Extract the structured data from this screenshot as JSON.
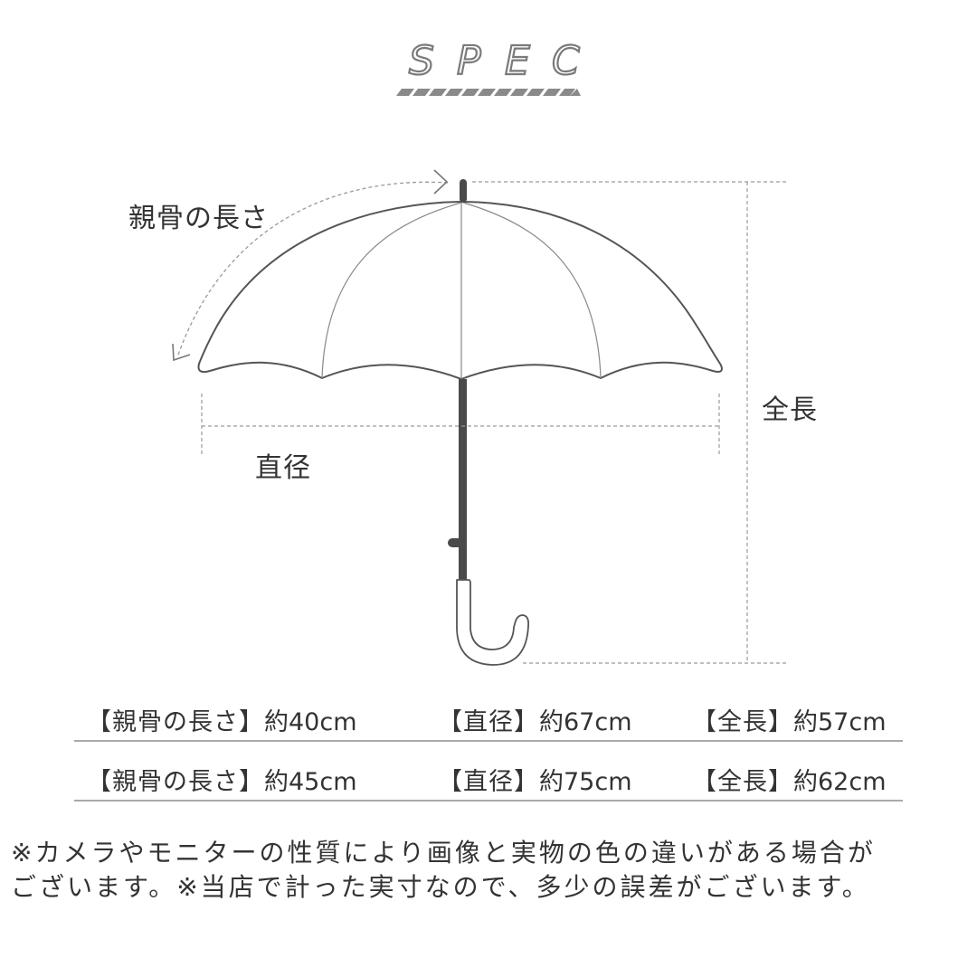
{
  "title": {
    "text": "SPEC",
    "letters": [
      "S",
      "P",
      "E",
      "C"
    ]
  },
  "diagram": {
    "rib_length_label": "親骨の長さ",
    "diameter_label": "直径",
    "total_length_label": "全長",
    "colors": {
      "outline": "#555555",
      "shaft": "#4a4a4a",
      "dashed": "#9a9a9a",
      "stripe": "#8a8a8a"
    }
  },
  "specs": [
    {
      "rib_label": "【親骨の長さ】",
      "rib_value": "約40cm",
      "diameter_label": "【直径】",
      "diameter_value": "約67cm",
      "total_label": "【全長】",
      "total_value": "約57cm"
    },
    {
      "rib_label": "【親骨の長さ】",
      "rib_value": "約45cm",
      "diameter_label": "【直径】",
      "diameter_value": "約75cm",
      "total_label": "【全長】",
      "total_value": "約62cm"
    }
  ],
  "note": {
    "line1": "※カメラやモニターの性質により画像と実物の色の違いがある場合が",
    "line2": "ございます。※当店で計った実寸なので、多少の誤差がございます。"
  }
}
